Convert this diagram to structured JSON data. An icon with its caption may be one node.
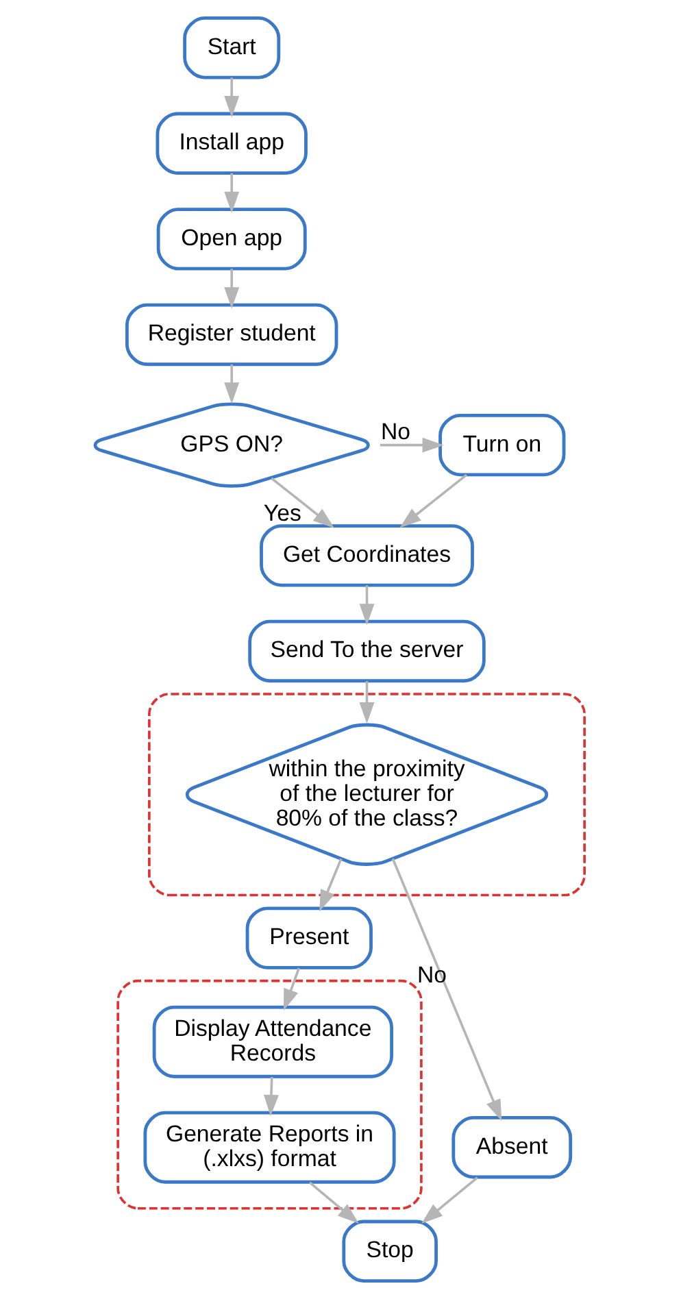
{
  "diagram": {
    "nodes": [
      {
        "text": [
          "Start"
        ]
      },
      {
        "text": [
          "Install app"
        ]
      },
      {
        "text": [
          "Open app"
        ]
      },
      {
        "text": [
          "Register student"
        ]
      },
      {
        "text": [
          "GPS ON?"
        ]
      },
      {
        "text": [
          "Turn on"
        ]
      },
      {
        "text": [
          "Get Coordinates"
        ]
      },
      {
        "text": [
          "Send To the server"
        ]
      },
      {
        "text": [],
        "shape": "ellipse"
      },
      {
        "text": [
          "within the proximity of the lecturer for 80% of the class?"
        ],
        "in": 8
      },
      {
        "text": [
          "Absent"
        ]
      },
      {
        "text": [
          "Present"
        ]
      },
      {
        "text": [],
        "shape": "ellipse"
      },
      {
        "text": [
          "Display Attendance Records"
        ],
        "in": 12
      },
      {
        "text": [
          "Generate Reports in (.xlxs) format"
        ],
        "in": 12
      },
      {
        "text": [
          "Stop"
        ]
      }
    ],
    "edges": [
      {
        "from": 0,
        "to": 1,
        "arrow": "to"
      },
      {
        "from": 1,
        "to": 2,
        "arrow": "to"
      },
      {
        "from": 2,
        "to": 3,
        "arrow": "to"
      },
      {
        "from": 3,
        "to": 4,
        "arrow": "to"
      },
      {
        "from": 4,
        "to": 5,
        "arrow": "to",
        "label": "No"
      },
      {
        "from": 5,
        "to": 6,
        "arrow": "to"
      },
      {
        "from": 4,
        "to": 6,
        "arrow": "to",
        "label": "Yes"
      },
      {
        "from": 6,
        "to": 7,
        "arrow": "to"
      },
      {
        "from": 7,
        "to": 9,
        "arrow": "to"
      },
      {
        "from": 9,
        "to": 10,
        "arrow": "to",
        "label": "No"
      },
      {
        "from": 9,
        "to": 11,
        "arrow": "to"
      },
      {
        "from": 11,
        "to": 13,
        "arrow": "to"
      },
      {
        "from": 13,
        "to": 14,
        "arrow": "to"
      },
      {
        "from": 14,
        "to": 15,
        "arrow": "to"
      },
      {
        "from": 10,
        "to": 15,
        "arrow": "to"
      }
    ]
  }
}
